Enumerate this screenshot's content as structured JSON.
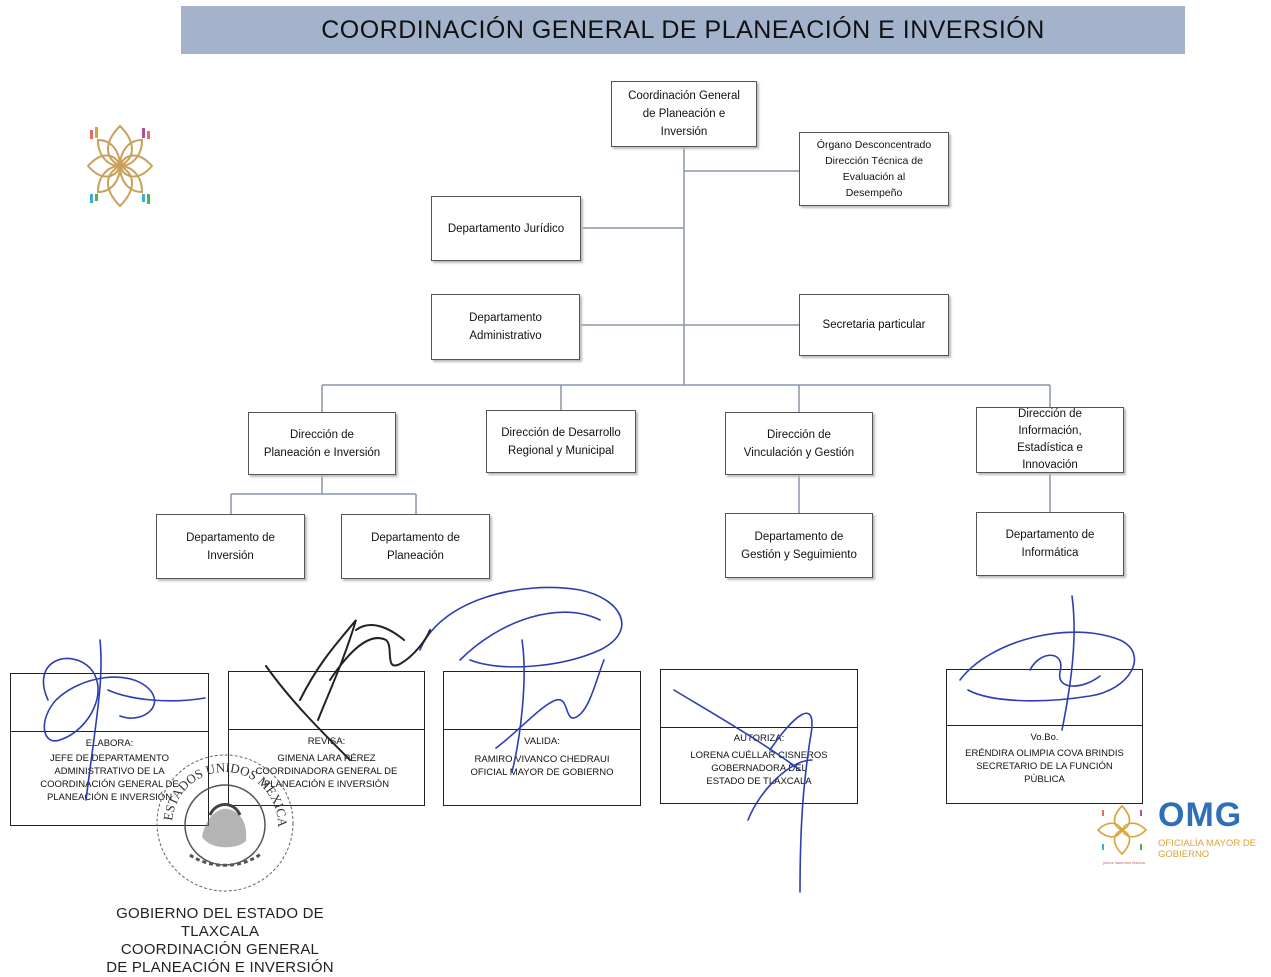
{
  "header": {
    "title": "COORDINACIÓN GENERAL DE PLANEACIÓN E INVERSIÓN"
  },
  "org_chart": {
    "root": "Coordinación General\nde Planeación e\nInversión",
    "organo": "Órgano Desconcentrado\nDirección Técnica de\nEvaluación al\nDesempeño",
    "juridico": "Departamento Jurídico",
    "administrativo": "Departamento\nAdministrativo",
    "secretaria": "Secretaria particular",
    "dir_planeacion": "Dirección de\nPlaneación e Inversión",
    "dir_desarrollo": "Dirección de Desarrollo\nRegional y Municipal",
    "dir_vinculacion": "Dirección de\nVinculación y Gestión",
    "dir_informacion": "Dirección de\nInformación,\nEstadística e\nInnovación",
    "dep_inversion": "Departamento de\nInversión",
    "dep_planeacion": "Departamento de\nPlaneación",
    "dep_gestion": "Departamento de\nGestión y Seguimiento",
    "dep_informatica": "Departamento de\nInformática"
  },
  "signatures": [
    {
      "role": "ELABORA:",
      "name": "JEFE DE DEPARTAMENTO\nADMINISTRATIVO DE LA\nCOORDINACIÓN GENERAL DE\nPLANEACIÓN E INVERSIÓN"
    },
    {
      "role": "REVISA:",
      "name": "GIMENA LARA PÉREZ\nCOORDINADORA GENERAL DE\nPLANEACIÓN E INVERSIÓN"
    },
    {
      "role": "VALIDA:",
      "name": "RAMIRO VIVANCO CHEDRAUI\nOFICIAL MAYOR DE GOBIERNO"
    },
    {
      "role": "AUTORIZA:",
      "name": "LORENA CUÉLLAR CISNEROS\nGOBERNADORA DEL\nESTADO DE TLAXCALA"
    },
    {
      "role": "Vo.Bo.",
      "name": "ERÉNDIRA OLIMPIA COVA BRINDIS\nSECRETARIO DE LA FUNCIÓN\nPÚBLICA"
    }
  ],
  "seal": {
    "arc_text": "ESTADOS UNIDOS MEXICANOS"
  },
  "footer": {
    "line1": "GOBIERNO DEL ESTADO DE TLAXCALA",
    "line2": "COORDINACIÓN GENERAL",
    "line3": "DE PLANEACIÓN E INVERSIÓN"
  },
  "omg_logo": {
    "acronym": "OMG",
    "line1": "OFICIALÍA MAYOR DE",
    "line2": "GOBIERNO",
    "tiny": "juntos hacemos historia",
    "brand_blue": "#2e6fb8",
    "brand_gold": "#d9a53a"
  },
  "colors": {
    "title_band": "#a3b3cc",
    "ink_blue": "#2b3fb0"
  }
}
